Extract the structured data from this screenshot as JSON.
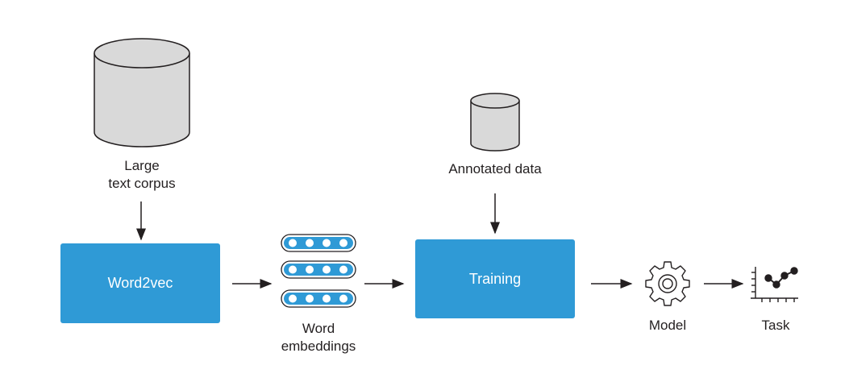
{
  "nodes": {
    "large_corpus": {
      "line1": "Large",
      "line2": "text corpus"
    },
    "annotated_data": {
      "label": "Annotated data"
    },
    "word2vec": {
      "label": "Word2vec"
    },
    "embeddings": {
      "line1": "Word",
      "line2": "embeddings"
    },
    "training": {
      "label": "Training"
    },
    "model": {
      "label": "Model"
    },
    "task": {
      "label": "Task"
    }
  },
  "colors": {
    "box_fill": "#2f9ad6",
    "cylinder_fill": "#d9d9d9",
    "dot_fill": "#29abe2",
    "stroke": "#231f20"
  },
  "icons": [
    "database-icon",
    "embedding-vector-icon",
    "gear-icon",
    "line-chart-icon"
  ]
}
